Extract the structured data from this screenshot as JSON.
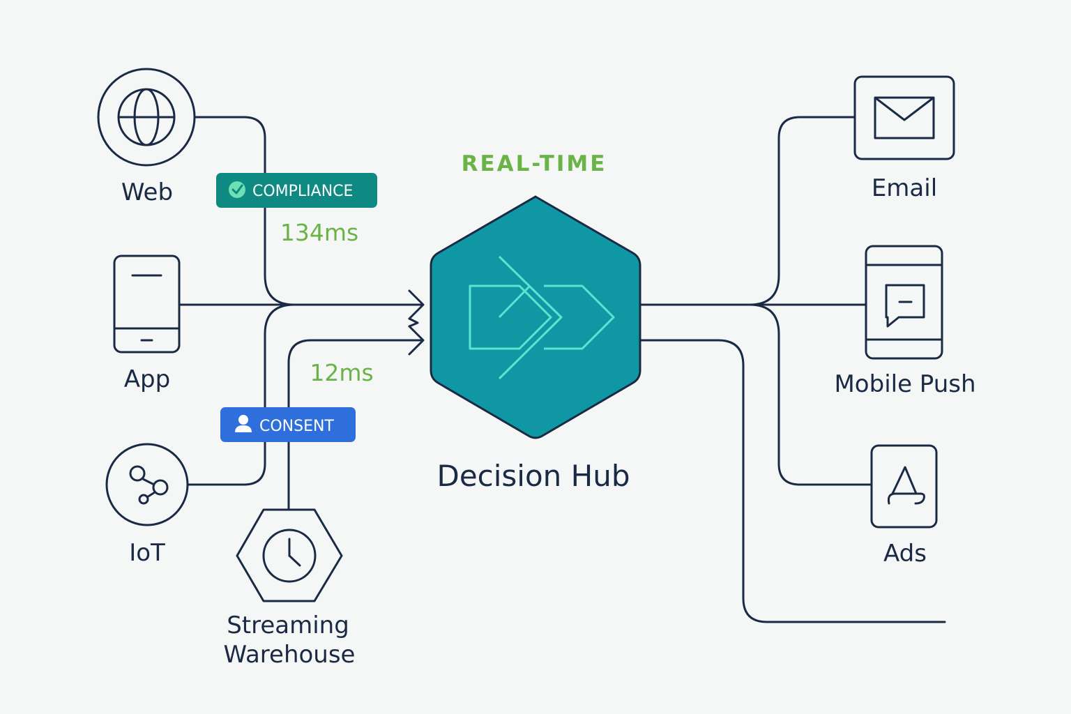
{
  "colors": {
    "background": "#f5f6f6",
    "line": "#1a2a44",
    "hub_fill": "#0f97a3",
    "hub_glyph": "#5de3d2",
    "compliance_badge": "#0f8a82",
    "consent_badge": "#2f6fdc",
    "latency_text": "#6ab447",
    "realtime_text": "#6ab447"
  },
  "sources": [
    {
      "label": "Web",
      "icon": "globe-icon"
    },
    {
      "label": "App",
      "icon": "phone-icon"
    },
    {
      "label": "IoT",
      "icon": "nodes-icon"
    },
    {
      "label_line1": "Streaming",
      "label_line2": "Warehouse",
      "icon": "clock-icon"
    }
  ],
  "badges": {
    "compliance": {
      "label": "COMPLIANCE",
      "icon": "check-circle-icon"
    },
    "consent": {
      "label": "CONSENT",
      "icon": "user-icon"
    }
  },
  "latencies": {
    "top": "134ms",
    "bottom": "12ms"
  },
  "hub": {
    "title": "Decision Hub",
    "tag": "REAL-TIME",
    "icon": "double-arrow-icon"
  },
  "channels": [
    {
      "label": "Email",
      "icon": "envelope-icon"
    },
    {
      "label": "Mobile Push",
      "icon": "chat-phone-icon"
    },
    {
      "label": "Ads",
      "icon": "ad-icon"
    }
  ]
}
